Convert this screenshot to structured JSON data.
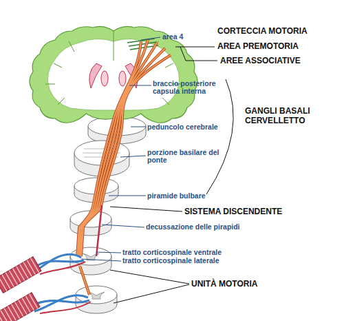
{
  "diagram": {
    "labels": [
      "CORTECCIA MOTORIA",
      "area 4",
      "AREA PREMOTORIA",
      "AREE ASSOCIATIVE",
      "braccio posteriore capsula interna",
      "GANGLI BASALI CERVELLETTO",
      "peduncolo cerebrale",
      "porzione basilare del ponte",
      "piramide bulbare",
      "SISTEMA DISCENDENTE",
      "decussazione delle pirapidi",
      "tratto corticospinale ventrale",
      "tratto corticospinale laterale",
      "UNITÀ MOTORIA"
    ]
  }
}
